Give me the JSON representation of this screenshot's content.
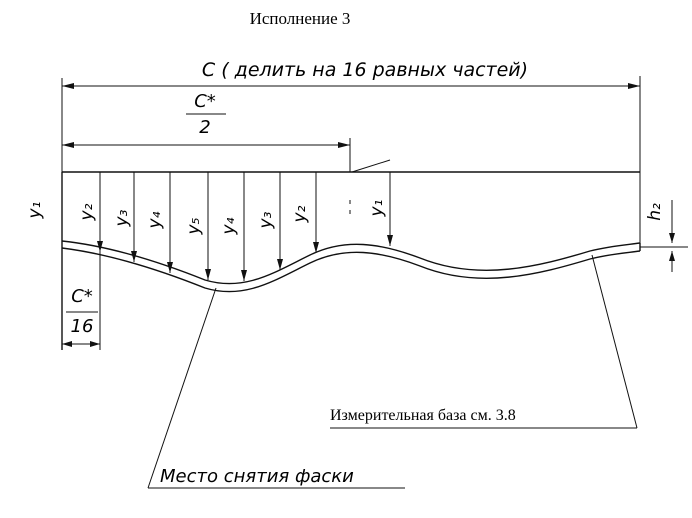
{
  "title": "Исполнение 3",
  "dimension_c": "С ( делить на 16 равных частей)",
  "half_c": {
    "numerator": "С*",
    "denominator": "2"
  },
  "sixteenth_c": {
    "numerator": "С*",
    "denominator": "16"
  },
  "ordinates": [
    "y₁",
    "y₂",
    "y₃",
    "y₄",
    "y₅",
    "y₄",
    "y₃",
    "y₂",
    "y₁"
  ],
  "h_label": "h₂",
  "measuring_base": "Измерительная база см. 3.8",
  "chamfer_place": "Место снятия фаски"
}
